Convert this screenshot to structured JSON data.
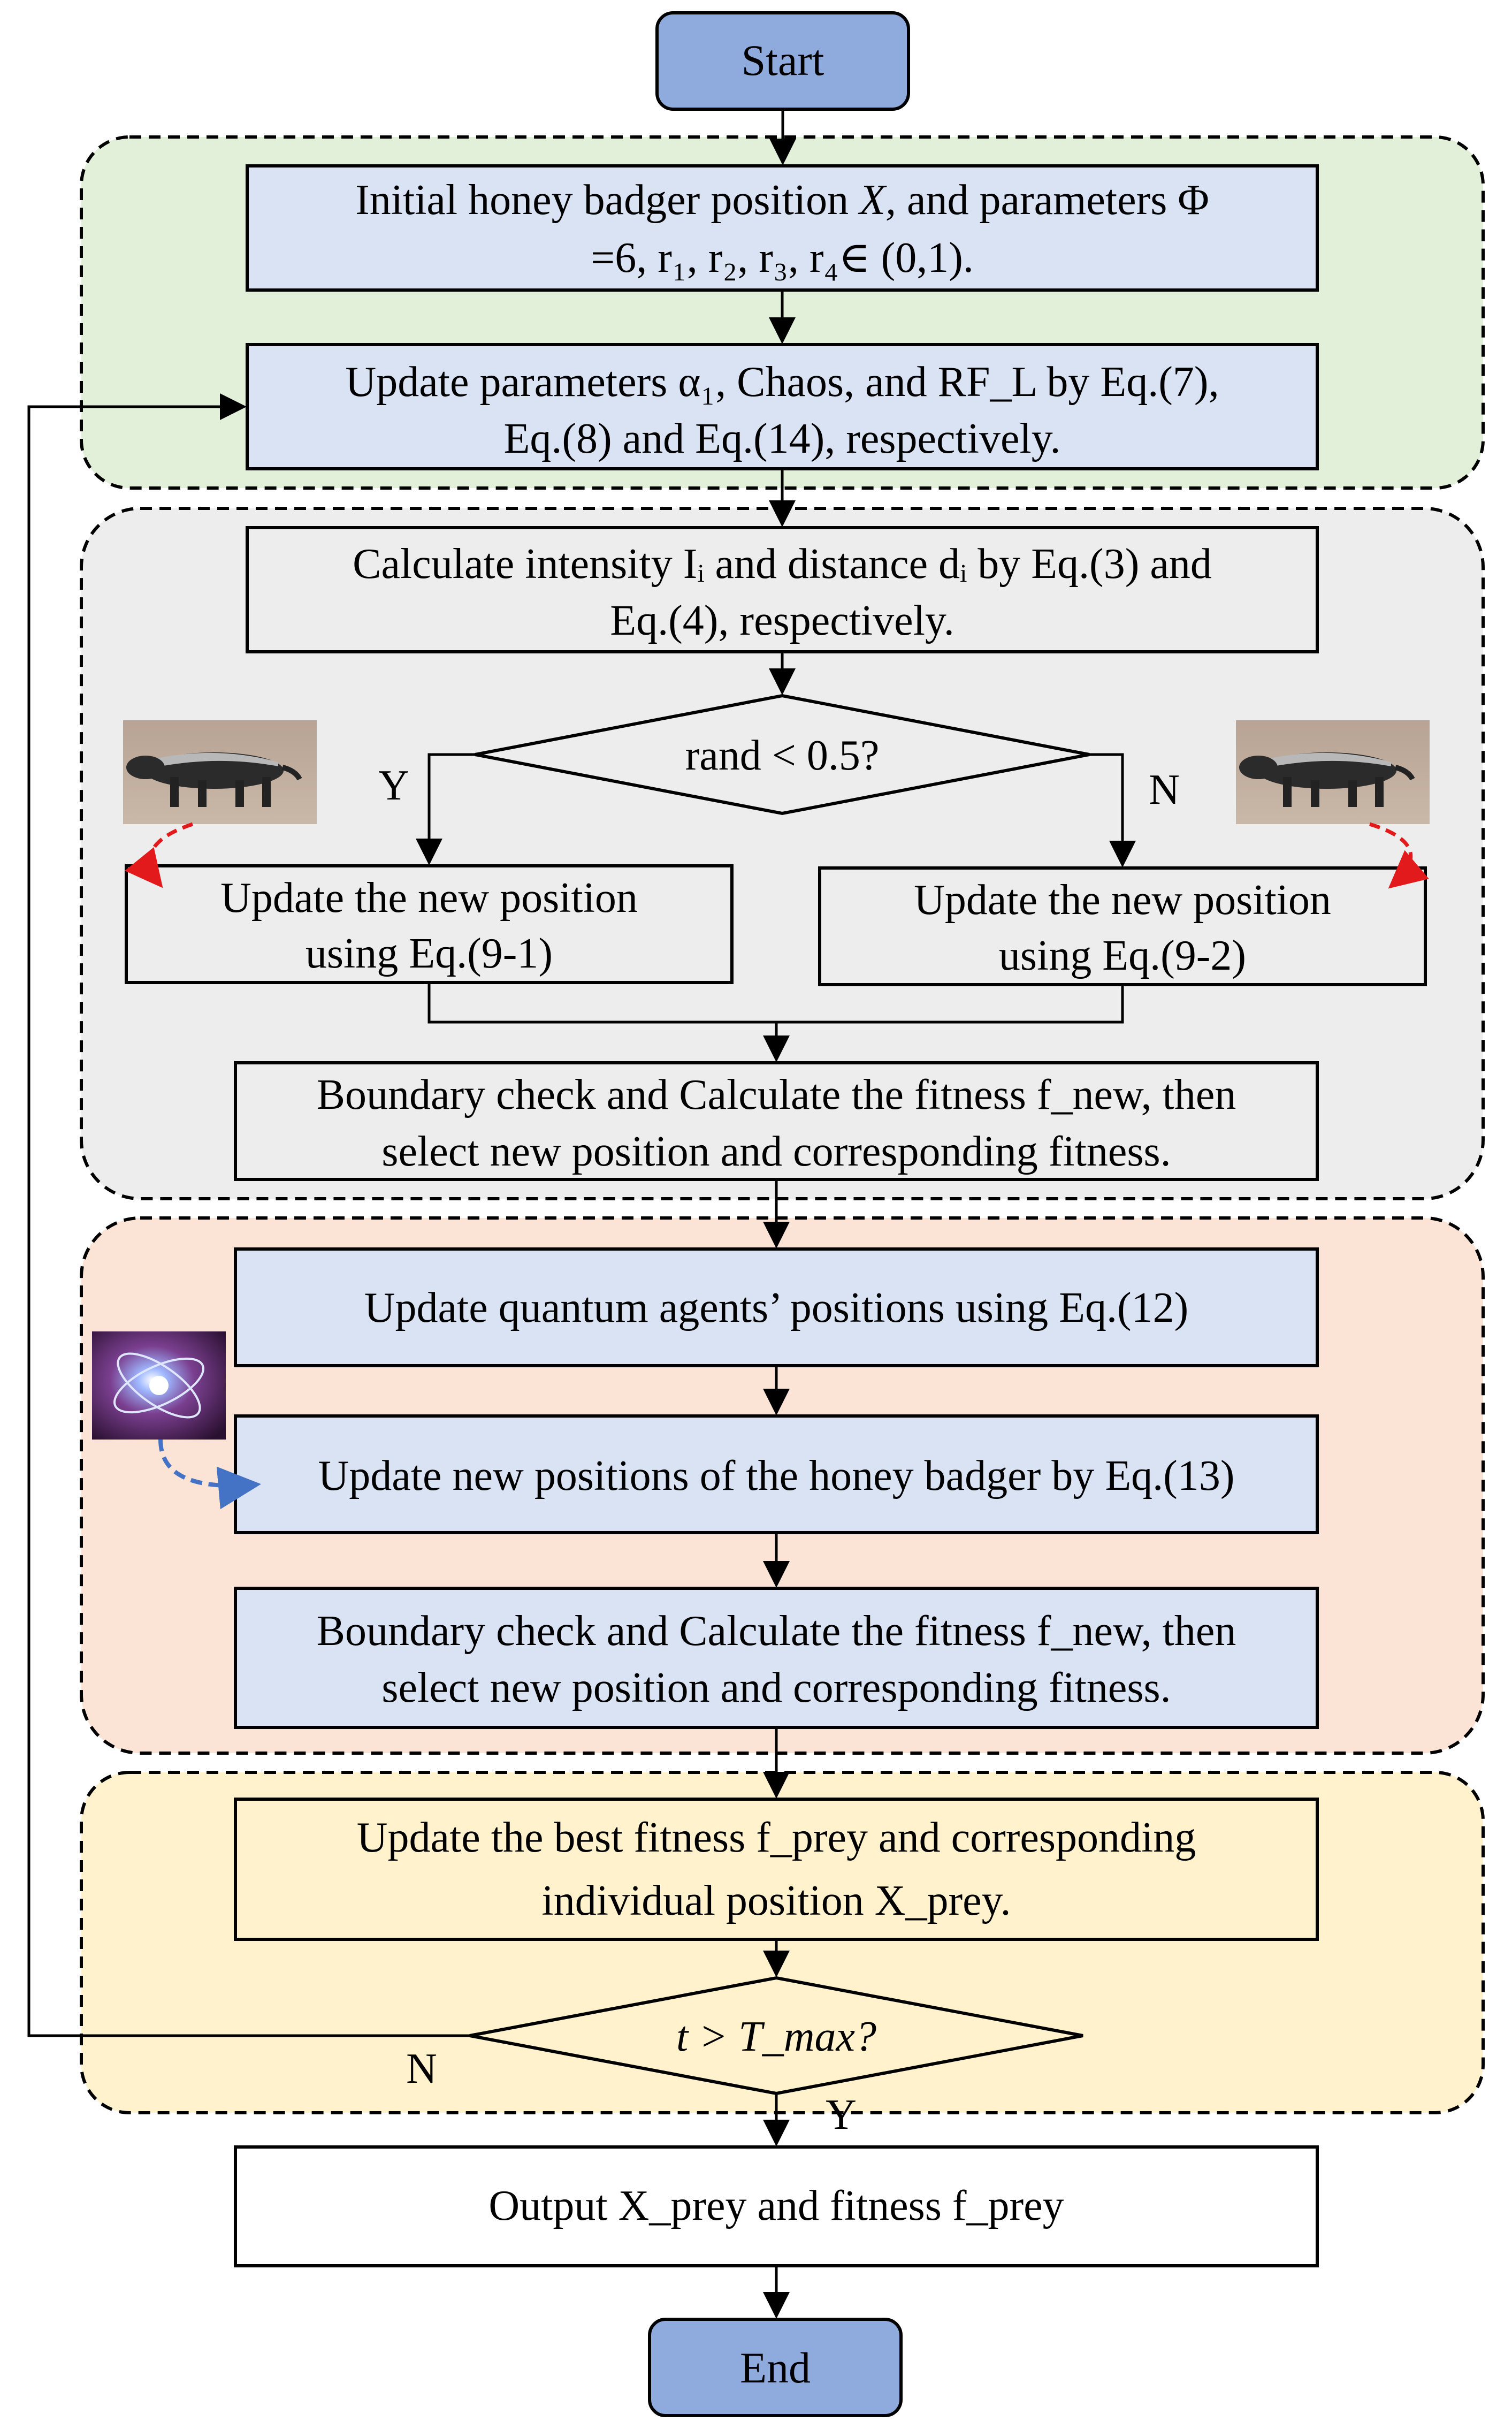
{
  "colors": {
    "terminal_fill": "#8faadc",
    "green_region": "#e2efd9",
    "gray_region": "#ededed",
    "orange_region": "#fbe4d5",
    "yellow_region": "#fff2cc",
    "light_blue_box": "#dae3f3",
    "periwinkle_box": "#dae3f3",
    "gray_box": "#ededed",
    "yellow_box": "#fff2cc",
    "red_arrow": "#e31a1c",
    "blue_arrow": "#4472c4"
  },
  "nodes": {
    "start": "Start",
    "init_line1_a": "Initial honey badger position ",
    "init_line1_X": "X,",
    "init_line1_b": " and parameters Φ",
    "init_line2": "=6, r₁, r₂, r₃, r₄∈ (0,1).",
    "update_params_line1": "Update parameters α₁, Chaos, and RF_L by Eq.(7),",
    "update_params_line2": "Eq.(8) and Eq.(14), respectively.",
    "calc_line1": "Calculate intensity Iᵢ and distance dᵢ by Eq.(3) and",
    "calc_line2": "Eq.(4), respectively.",
    "decision_rand": "rand < 0.5?",
    "yes_label": "Y",
    "no_label": "N",
    "update_91_line1": "Update the new position",
    "update_91_line2": "using Eq.(9-1)",
    "update_92_line1": "Update the new position",
    "update_92_line2": "using Eq.(9-2)",
    "boundary1_line1": "Boundary check and Calculate the fitness f_new, then",
    "boundary1_line2": "select new position and corresponding fitness.",
    "quantum_agents": "Update quantum agents’ positions using Eq.(12)",
    "honey_badger_update": "Update new positions of the honey badger by Eq.(13)",
    "boundary2_line1": "Boundary check and Calculate the fitness f_new, then",
    "boundary2_line2": "select new position and corresponding fitness.",
    "best_line1": "Update the best fitness f_prey and corresponding",
    "best_line2": "individual position X_prey.",
    "decision_t": "t > T_max?",
    "loop_no_label": "N",
    "exit_yes_label": "Y",
    "output": "Output X_prey and fitness f_prey",
    "end": "End"
  }
}
